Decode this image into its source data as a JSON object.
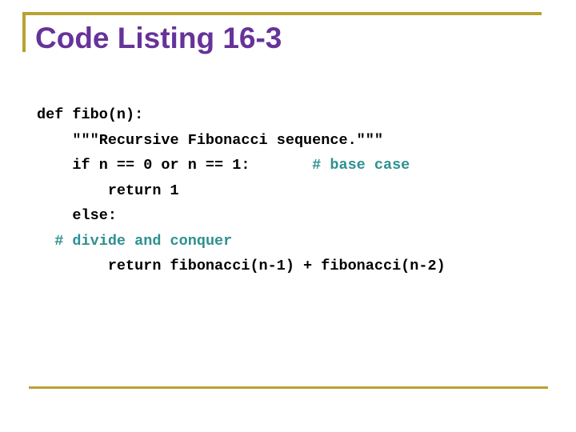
{
  "title": "Code Listing 16-3",
  "colors": {
    "title": "#663399",
    "accent_line": "#B8A232",
    "code": "#000000",
    "comment": "#2E9090",
    "background": "#FFFFFF"
  },
  "code": {
    "language": "python",
    "lines": [
      {
        "segments": [
          {
            "text": "def fibo(n):",
            "type": "code"
          }
        ]
      },
      {
        "segments": [
          {
            "text": "    \"\"\"Recursive Fibonacci sequence.\"\"\"",
            "type": "code"
          }
        ]
      },
      {
        "segments": [
          {
            "text": "    if n == 0 or n == 1:       ",
            "type": "code"
          },
          {
            "text": "# base case",
            "type": "comment"
          }
        ]
      },
      {
        "segments": [
          {
            "text": "        return 1",
            "type": "code"
          }
        ]
      },
      {
        "segments": [
          {
            "text": "    else:",
            "type": "code"
          }
        ]
      },
      {
        "segments": [
          {
            "text": "  ",
            "type": "code"
          },
          {
            "text": "# divide and conquer",
            "type": "comment"
          }
        ]
      },
      {
        "segments": [
          {
            "text": "        return fibonacci(n-1) + fibonacci(n-2)",
            "type": "code"
          }
        ]
      }
    ]
  }
}
